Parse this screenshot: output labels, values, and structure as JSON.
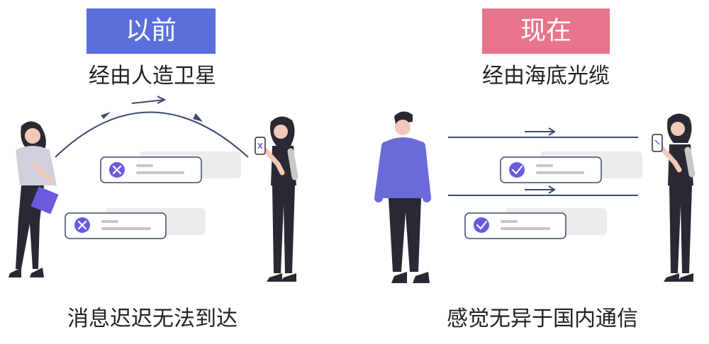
{
  "colors": {
    "before_banner": "#5b6fdc",
    "now_banner": "#e8748b",
    "accent": "#6a5ae0",
    "line": "#3c4a6e",
    "dark": "#2a2832"
  },
  "before": {
    "banner": "以前",
    "subtitle": "经由人造卫星",
    "caption": "消息迟迟无法到达",
    "status_icon": "x-circle-icon"
  },
  "now": {
    "banner": "现在",
    "subtitle": "经由海底光缆",
    "caption": "感觉无异于国内通信",
    "status_icon": "check-circle-icon"
  }
}
